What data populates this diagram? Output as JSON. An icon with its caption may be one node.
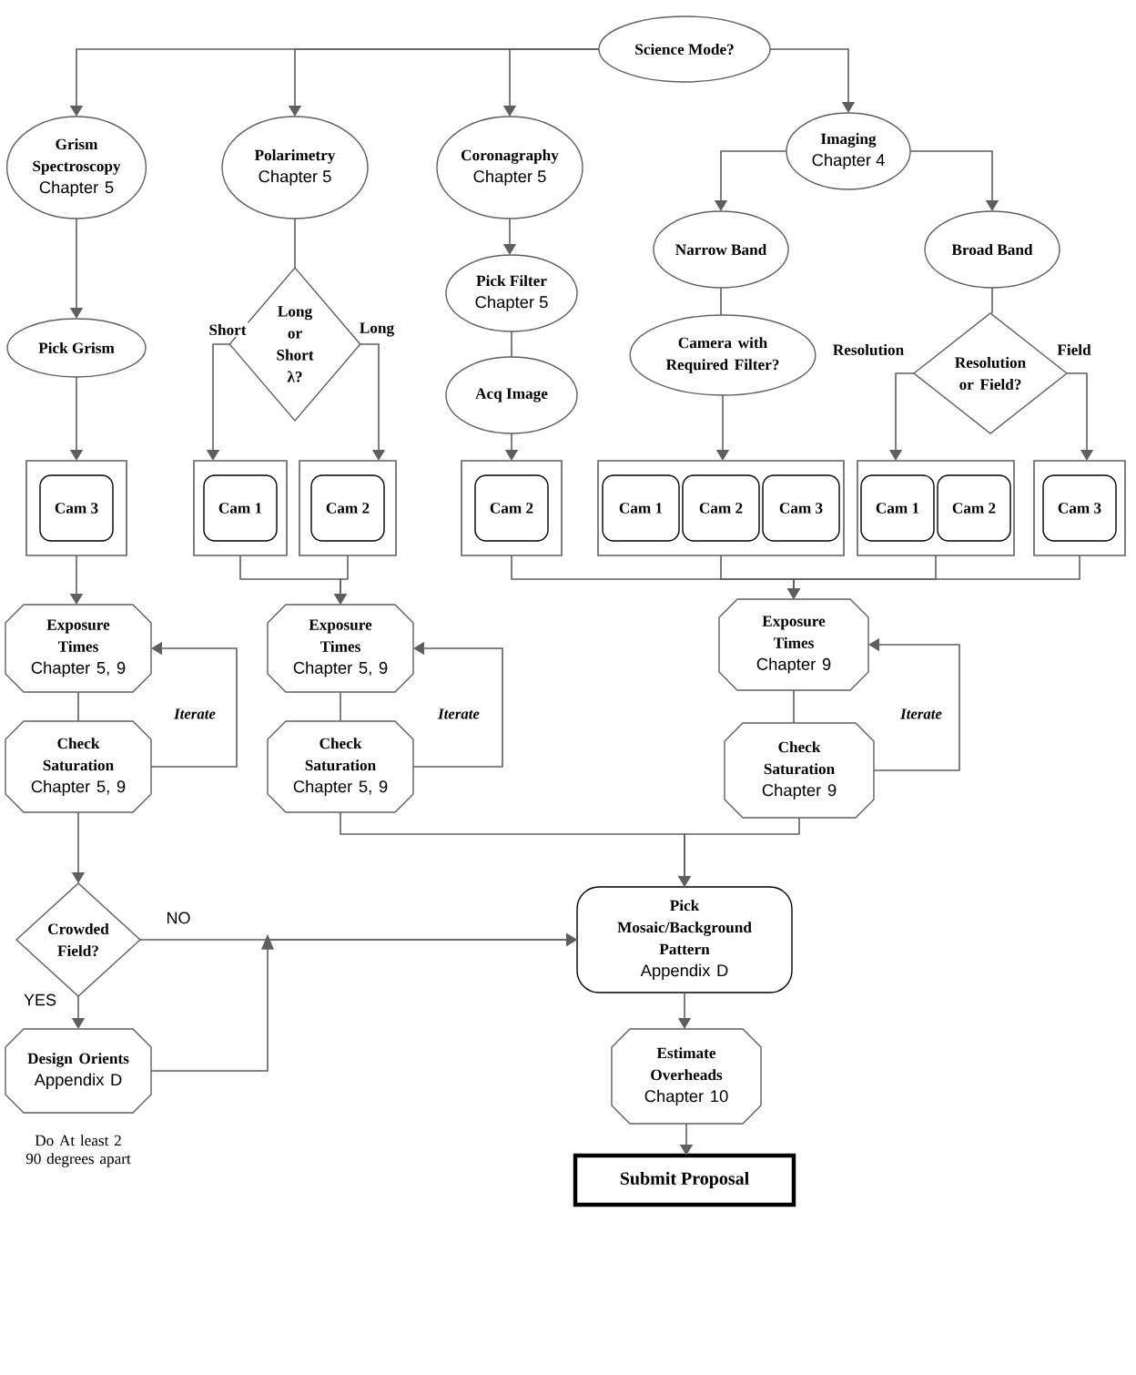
{
  "diagram": {
    "nodes": [
      {
        "text": [
          "Science Mode?"
        ]
      },
      {
        "text": [
          "Grism Spectroscopy",
          "Chapter 5"
        ]
      },
      {
        "text": [
          "Polarimetry",
          "Chapter 5"
        ]
      },
      {
        "text": [
          "Coronagraphy",
          "Chapter 5"
        ]
      },
      {
        "text": [
          "Imaging",
          "Chapter 4"
        ]
      },
      {
        "text": [
          "Pick Grism"
        ]
      },
      {
        "text": [
          "Long or Short λ?"
        ]
      },
      {
        "text": [
          "Pick Filter",
          "Chapter 5"
        ]
      },
      {
        "text": [
          "Acq Image"
        ]
      },
      {
        "text": [
          "Narrow Band"
        ]
      },
      {
        "text": [
          "Broad Band"
        ]
      },
      {
        "text": [
          "Camera with Required Filter?"
        ]
      },
      {
        "text": [
          "Resolution or Field?"
        ]
      },
      {
        "text": [],
        "shape": "box"
      },
      {
        "text": [
          "Cam 3"
        ],
        "in": 13
      },
      {
        "text": [],
        "shape": "box"
      },
      {
        "text": [
          "Cam 1"
        ],
        "in": 15
      },
      {
        "text": [],
        "shape": "box"
      },
      {
        "text": [
          "Cam 2"
        ],
        "in": 17
      },
      {
        "text": [],
        "shape": "box"
      },
      {
        "text": [
          "Cam 2"
        ],
        "in": 19
      },
      {
        "text": [],
        "shape": "box"
      },
      {
        "text": [
          "Cam 1"
        ],
        "in": 21
      },
      {
        "text": [
          "Cam 2"
        ],
        "in": 21
      },
      {
        "text": [
          "Cam 3"
        ],
        "in": 21
      },
      {
        "text": [],
        "shape": "box"
      },
      {
        "text": [
          "Cam 1"
        ],
        "in": 25
      },
      {
        "text": [
          "Cam 2"
        ],
        "in": 25
      },
      {
        "text": [],
        "shape": "box"
      },
      {
        "text": [
          "Cam 3"
        ],
        "in": 28
      },
      {
        "text": [
          "Exposure Times",
          "Chapter 5, 9"
        ]
      },
      {
        "text": [
          "Check Saturation",
          "Chapter 5, 9"
        ]
      },
      {
        "text": [
          "Exposure Times",
          "Chapter 5, 9"
        ]
      },
      {
        "text": [
          "Check Saturation",
          "Chapter 5, 9"
        ]
      },
      {
        "text": [
          "Exposure Times",
          "Chapter 9"
        ]
      },
      {
        "text": [
          "Check Saturation",
          "Chapter 9"
        ]
      },
      {
        "text": [
          "Crowded Field?"
        ]
      },
      {
        "text": [
          "Design Orients",
          "Appendix D"
        ],
        "beside": [
          "Do At least 2 90 degrees apart"
        ]
      },
      {
        "text": [
          "Pick Mosaic/Background Pattern",
          "Appendix D"
        ]
      },
      {
        "text": [
          "Estimate Overheads",
          "Chapter 10"
        ]
      },
      {
        "text": [
          "Submit Proposal"
        ]
      }
    ],
    "edges": [
      {
        "from": 0,
        "to": 1,
        "arrow": "to"
      },
      {
        "from": 0,
        "to": 2,
        "arrow": "to"
      },
      {
        "from": 0,
        "to": 3,
        "arrow": "to"
      },
      {
        "from": 0,
        "to": 4,
        "arrow": "to"
      },
      {
        "from": 1,
        "to": 5,
        "arrow": "to"
      },
      {
        "from": 5,
        "to": 13,
        "arrow": "to"
      },
      {
        "from": 2,
        "to": 6,
        "arrow": "none"
      },
      {
        "from": 6,
        "to": 15,
        "arrow": "to",
        "label": "Short"
      },
      {
        "from": 6,
        "to": 17,
        "arrow": "to",
        "label": "Long"
      },
      {
        "from": 3,
        "to": 7,
        "arrow": "to"
      },
      {
        "from": 7,
        "to": 8,
        "arrow": "none"
      },
      {
        "from": 8,
        "to": 19,
        "arrow": "to"
      },
      {
        "from": 4,
        "to": 9,
        "arrow": "to"
      },
      {
        "from": 4,
        "to": 10,
        "arrow": "to"
      },
      {
        "from": 9,
        "to": 11,
        "arrow": "none"
      },
      {
        "from": 11,
        "to": 21,
        "arrow": "to"
      },
      {
        "from": 10,
        "to": 12,
        "arrow": "none"
      },
      {
        "from": 12,
        "to": 25,
        "arrow": "to",
        "label": "Resolution"
      },
      {
        "from": 12,
        "to": 28,
        "arrow": "to",
        "label": "Field"
      },
      {
        "from": 13,
        "to": 30,
        "arrow": "to"
      },
      {
        "from": 15,
        "to": 32,
        "arrow": "to"
      },
      {
        "from": 17,
        "to": 32,
        "arrow": "to"
      },
      {
        "from": 19,
        "to": 34,
        "arrow": "to"
      },
      {
        "from": 21,
        "to": 34,
        "arrow": "to"
      },
      {
        "from": 25,
        "to": 34,
        "arrow": "to"
      },
      {
        "from": 28,
        "to": 34,
        "arrow": "to"
      },
      {
        "from": 30,
        "to": 31,
        "arrow": "none"
      },
      {
        "from": 31,
        "to": 30,
        "arrow": "to",
        "label": "Iterate"
      },
      {
        "from": 32,
        "to": 33,
        "arrow": "none"
      },
      {
        "from": 33,
        "to": 32,
        "arrow": "to",
        "label": "Iterate"
      },
      {
        "from": 34,
        "to": 35,
        "arrow": "none"
      },
      {
        "from": 35,
        "to": 34,
        "arrow": "to",
        "label": "Iterate"
      },
      {
        "from": 31,
        "to": 36,
        "arrow": "to"
      },
      {
        "from": 33,
        "to": 38,
        "arrow": "to"
      },
      {
        "from": 35,
        "to": 38,
        "arrow": "to"
      },
      {
        "from": 36,
        "to": 38,
        "arrow": "to",
        "label": "NO"
      },
      {
        "from": 36,
        "to": 37,
        "arrow": "to",
        "label": "YES"
      },
      {
        "from": 37,
        "to": 38,
        "arrow": "to"
      },
      {
        "from": 38,
        "to": 39,
        "arrow": "to"
      },
      {
        "from": 39,
        "to": 40,
        "arrow": "to"
      }
    ]
  }
}
